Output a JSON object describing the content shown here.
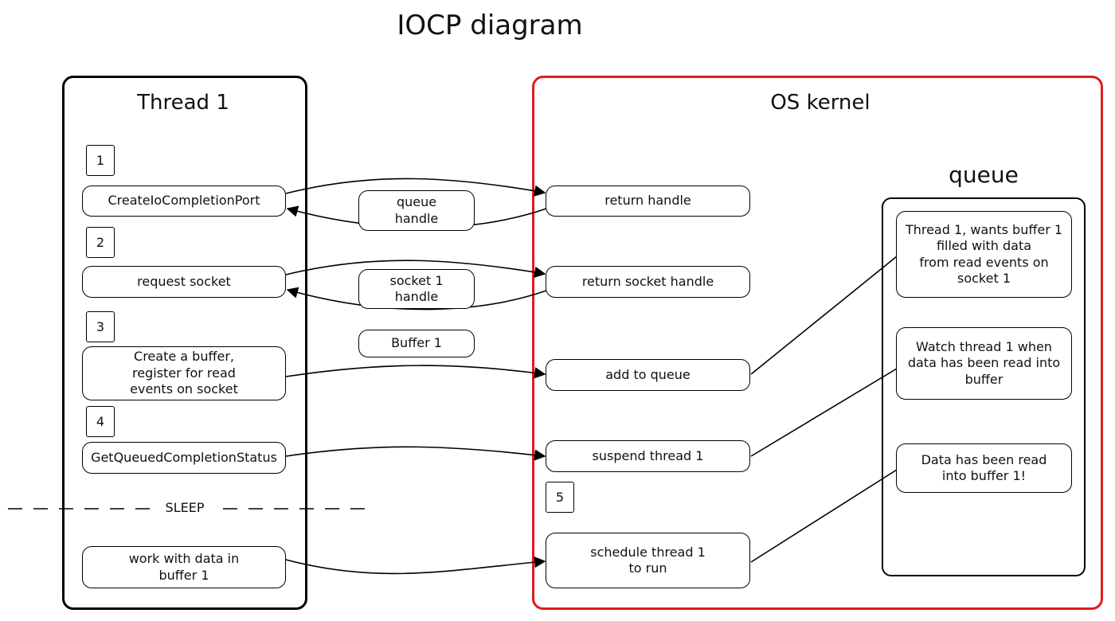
{
  "title": "IOCP diagram",
  "thread": {
    "title": "Thread 1",
    "steps": [
      "1",
      "2",
      "3",
      "4"
    ],
    "boxes": {
      "create_port": "CreateIoCompletionPort",
      "request_socket": "request socket",
      "create_buffer": "Create a buffer,\nregister for read\nevents on socket",
      "get_status": "GetQueuedCompletionStatus",
      "work": "work with data in\nbuffer 1"
    },
    "sleep_label": "SLEEP"
  },
  "messages": {
    "queue_handle": "queue\nhandle",
    "socket_handle": "socket 1\nhandle",
    "buffer": "Buffer 1"
  },
  "kernel": {
    "title": "OS kernel",
    "step": "5",
    "boxes": {
      "return_handle": "return handle",
      "return_socket": "return socket handle",
      "add_queue": "add to queue",
      "suspend": "suspend thread 1",
      "schedule": "schedule thread 1\nto run"
    }
  },
  "queue": {
    "title": "queue",
    "items": [
      "Thread 1, wants buffer 1\nfilled with data\nfrom read events on\nsocket 1",
      "Watch thread 1 when\ndata has been read into\nbuffer",
      "Data has been read\ninto buffer 1!"
    ]
  }
}
